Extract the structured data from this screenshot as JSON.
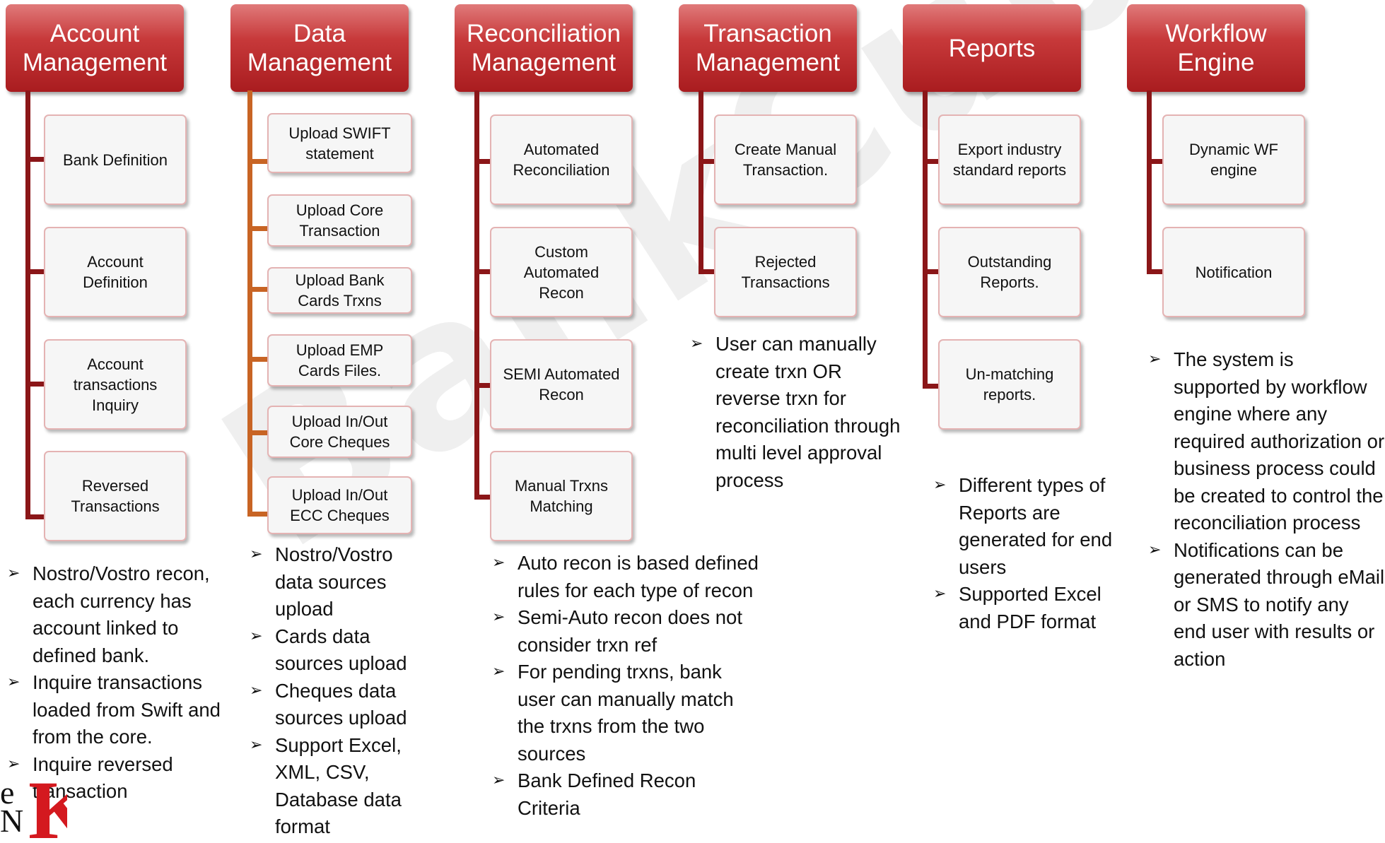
{
  "watermark": "BankCube",
  "columns": [
    {
      "title": "Account\nManagement",
      "items": [
        "Bank Definition",
        "Account\nDefinition",
        "Account\ntransactions\nInquiry",
        "Reversed\nTransactions"
      ],
      "notes": [
        "Nostro/Vostro recon, each currency has account linked to defined bank.",
        "Inquire transactions loaded from Swift and from the core.",
        "Inquire reversed transaction"
      ]
    },
    {
      "title": "Data\nManagement",
      "items": [
        "Upload SWIFT\nstatement",
        "Upload Core\nTransaction",
        "Upload Bank\nCards Trxns",
        "Upload EMP\nCards Files.",
        "Upload In/Out\nCore Cheques",
        "Upload In/Out\nECC Cheques"
      ],
      "notes": [
        "Nostro/Vostro data sources upload",
        "Cards  data sources upload",
        "Cheques  data sources upload",
        "Support Excel, XML, CSV, Database data format"
      ]
    },
    {
      "title": "Reconciliation\nManagement",
      "items": [
        "Automated\nReconciliation",
        "Custom\nAutomated\nRecon",
        "SEMI Automated\nRecon",
        "Manual Trxns\nMatching"
      ],
      "notes": [
        "Auto recon is based defined rules for each type of recon",
        "Semi-Auto recon does not consider trxn ref",
        "For pending trxns, bank user can manually match the trxns from the two sources",
        "Bank Defined Recon Criteria"
      ]
    },
    {
      "title": "Transaction\nManagement",
      "items": [
        "Create Manual\nTransaction.",
        "Rejected\nTransactions"
      ],
      "notes": [
        "User can manually create trxn OR reverse trxn for reconciliation through multi level approval process"
      ]
    },
    {
      "title": "Reports",
      "items": [
        "Export industry\nstandard reports",
        "Outstanding\nReports.",
        "Un-matching\nreports."
      ],
      "notes": [
        "Different types of Reports are generated for end users",
        "Supported Excel and PDF format"
      ]
    },
    {
      "title": "Workflow\nEngine",
      "items": [
        "Dynamic WF\nengine",
        "Notification"
      ],
      "notes": [
        "The system is supported by workflow engine where any required authorization or business process could be created to control the reconciliation process",
        "Notifications can be generated through eMail or SMS to notify any end user with results or action"
      ]
    }
  ],
  "logo": {
    "letters_left_top": "e",
    "letters_left_bottom": "N",
    "letter_big": "K"
  }
}
